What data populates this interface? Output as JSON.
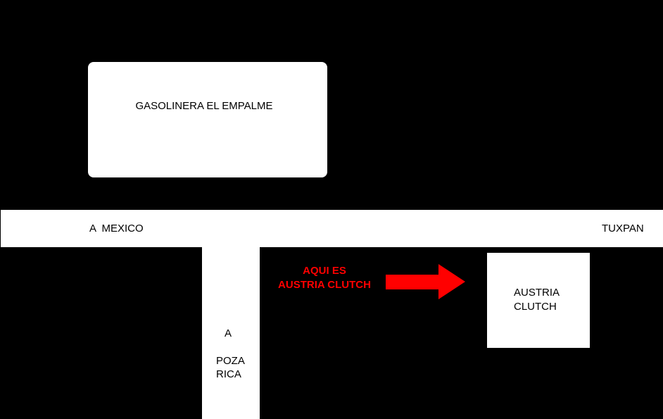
{
  "colors": {
    "background": "#000000",
    "road": "#ffffff",
    "highlight": "#ff0000"
  },
  "landmarks": {
    "gas_station": "GASOLINERA EL EMPALME",
    "shop_line1": "AUSTRIA",
    "shop_line2": "CLUTCH"
  },
  "roads": {
    "west": "A  MEXICO",
    "east": "TUXPAN",
    "south_a": "A",
    "south_line1": "POZA",
    "south_line2": "RICA"
  },
  "note": {
    "line1": "AQUI ES",
    "line2": "AUSTRIA CLUTCH"
  },
  "icons": {
    "pointer": "arrow-right-icon"
  }
}
